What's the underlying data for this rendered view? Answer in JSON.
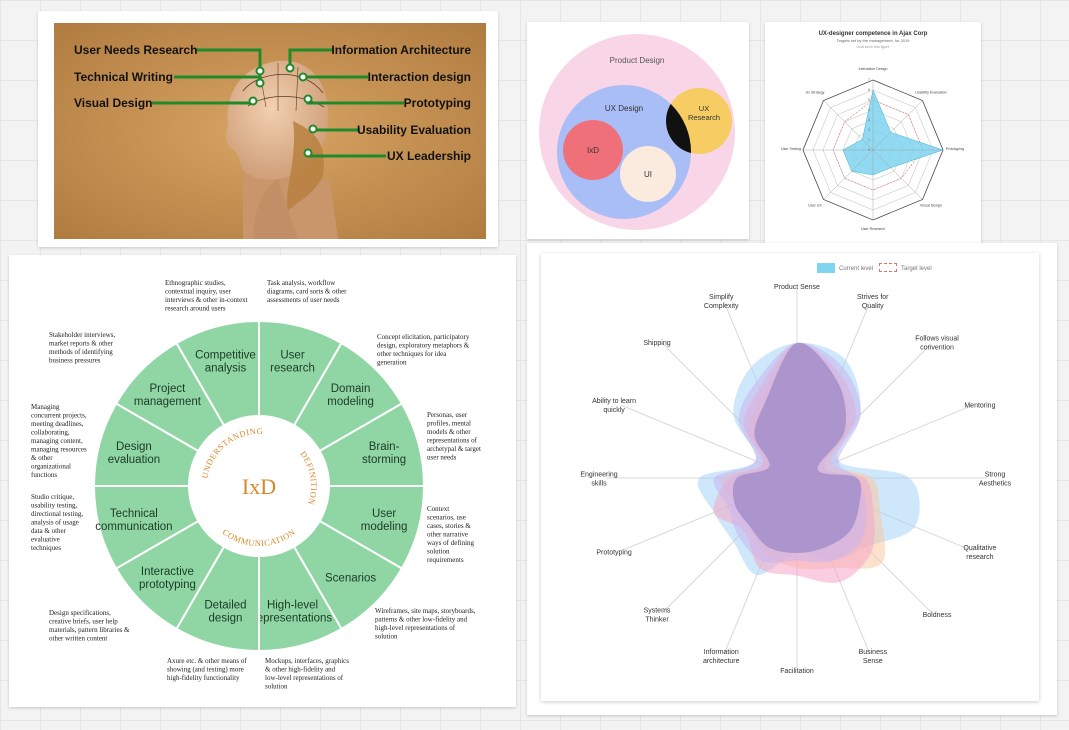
{
  "phrenology": {
    "labels_left": [
      "User Needs Research",
      "Technical Writing",
      "Visual Design"
    ],
    "labels_right": [
      "Information Architecture",
      "Interaction design",
      "Prototyping",
      "Usability Evaluation",
      "UX Leadership"
    ],
    "line_color": "#1f8a2a"
  },
  "venn": {
    "outer": "Product Design",
    "ux_design": "UX Design",
    "ux_research_line1": "UX",
    "ux_research_line2": "Research",
    "ixd": "IxD",
    "ui": "UI",
    "colors": {
      "outer": "#f9d6e7",
      "ux": "#a9bdf7",
      "research": "#f7cd63",
      "ixd": "#f0707a",
      "ui": "#fbeade"
    }
  },
  "competence_radar": {
    "title": "UX-designer competence in Ajax Corp",
    "subtitle": "Targets set by the management, for 2019",
    "subtitle2": "Goal set in this figure",
    "axes": [
      "Interaction Design",
      "Usability Evaluation",
      "Prototyping",
      "Visual Design",
      "User Research",
      "User UX",
      "User Testing",
      "Ux Strategy"
    ],
    "ticks": [
      "0",
      "1",
      "2",
      "3",
      "4",
      "5",
      "6",
      "7"
    ],
    "legend": [
      "Current level",
      "Target level"
    ],
    "fill_color": "#7fd4ef"
  },
  "ixd_wheel": {
    "center": "IxD",
    "ring_words": [
      "UNDERSTANDING",
      "DEFINITION",
      "COMMUNICATION"
    ],
    "segments": [
      [
        "User",
        "research"
      ],
      [
        "Domain",
        "modeling"
      ],
      [
        "Brain-",
        "storming"
      ],
      [
        "User",
        "modeling"
      ],
      [
        "Scenarios"
      ],
      [
        "High-level",
        "representations"
      ],
      [
        "Detailed",
        "design"
      ],
      [
        "Interactive",
        "prototyping"
      ],
      [
        "Technical",
        "communication"
      ],
      [
        "Design",
        "evaluation"
      ],
      [
        "Project",
        "management"
      ],
      [
        "Competitive",
        "analysis"
      ]
    ],
    "annotations": [
      [
        "Ethnographic studies,",
        "contextual inquiry, user",
        "interviews & other in-context",
        "research around users"
      ],
      [
        "Task analysis, workflow",
        "diagrams, card sorts & other",
        "assessments of user needs"
      ],
      [
        "Concept elicitation, participatory",
        "design, exploratory metaphors &",
        "other techniques for idea",
        "generation"
      ],
      [
        "Personas, user",
        "profiles, mental",
        "models & other",
        "representations of",
        "archetypal & target",
        "user needs"
      ],
      [
        "Context",
        "scenarios, use",
        "cases, stories &",
        "other narrative",
        "ways of defining",
        "solution",
        "requirements"
      ],
      [
        "Wireframes, site maps, storyboards,",
        "patterns & other low-fidelity and",
        "high-level representations of",
        "solution"
      ],
      [
        "Mockups, interfaces, graphics",
        "& other high-fidelity and",
        "low-level representations of",
        "solution"
      ],
      [
        "Axure etc. & other means of",
        "showing (and testing) more",
        "high-fidelity functionality"
      ],
      [
        "Design specifications,",
        "creative briefs, user help",
        "materials, pattern libraries &",
        "other written content"
      ],
      [
        "Studio critique,",
        "usability testing,",
        "directional testing,",
        "analysis of usage",
        "data & other",
        "evaluative",
        "techniques"
      ],
      [
        "Managing",
        "concurrent projects,",
        "meeting deadlines,",
        "collaborating,",
        "managing content,",
        "managing resources",
        "& other",
        "organizational",
        "functions"
      ],
      [
        "Stakeholder interviews,",
        "market reports & other",
        "methods of identifying",
        "business pressures"
      ]
    ],
    "colors": {
      "fill": "#8fd6a4",
      "stroke": "#ffffff",
      "accent": "#d9892b"
    }
  },
  "skills_radar": {
    "axes": [
      [
        "Product Sense"
      ],
      [
        "Strives for",
        "Quality"
      ],
      [
        "Follows visual",
        "convention"
      ],
      [
        "Mentoring"
      ],
      [
        "Strong",
        "Aesthetics"
      ],
      [
        "Qualitative",
        "research"
      ],
      [
        "Boldness"
      ],
      [
        "Business",
        "Sense"
      ],
      [
        "Facilitation"
      ],
      [
        "Information",
        "architecture"
      ],
      [
        "Systems",
        "Thinker"
      ],
      [
        "Prototyping"
      ],
      [
        "Engineering",
        "skills"
      ],
      [
        "Ability to learn",
        "quickly"
      ],
      [
        "Shipping"
      ],
      [
        "Simplify",
        "Complexity"
      ]
    ],
    "series": [
      {
        "values": [
          9,
          8.5,
          6,
          3,
          7.5,
          8.5,
          6.5,
          6,
          5,
          7,
          6,
          6,
          6.5,
          3,
          6,
          8
        ]
      },
      {
        "values": [
          9,
          7,
          5,
          2.5,
          5,
          6,
          8,
          6.5,
          6,
          5.5,
          4.5,
          4.5,
          5,
          2.5,
          4.5,
          6
        ]
      },
      {
        "values": [
          9,
          7.5,
          5.5,
          2,
          4.5,
          5.5,
          7,
          7.5,
          6.5,
          6.5,
          5,
          6,
          4.5,
          2.5,
          5,
          6.5
        ]
      },
      {
        "values": [
          9,
          8,
          6,
          3,
          4,
          5,
          6,
          6,
          5.5,
          6,
          5.5,
          5,
          5.5,
          3,
          5.5,
          7
        ]
      },
      {
        "values": [
          9,
          7,
          4.5,
          1.5,
          4,
          4.5,
          5,
          5,
          5,
          5,
          4.5,
          4.5,
          4,
          2,
          4,
          5.5
        ]
      }
    ],
    "colors": [
      "#a6d3f7",
      "#f9c9a3",
      "#f6a6c6",
      "#c9b6ee",
      "#9c8ac5"
    ]
  }
}
